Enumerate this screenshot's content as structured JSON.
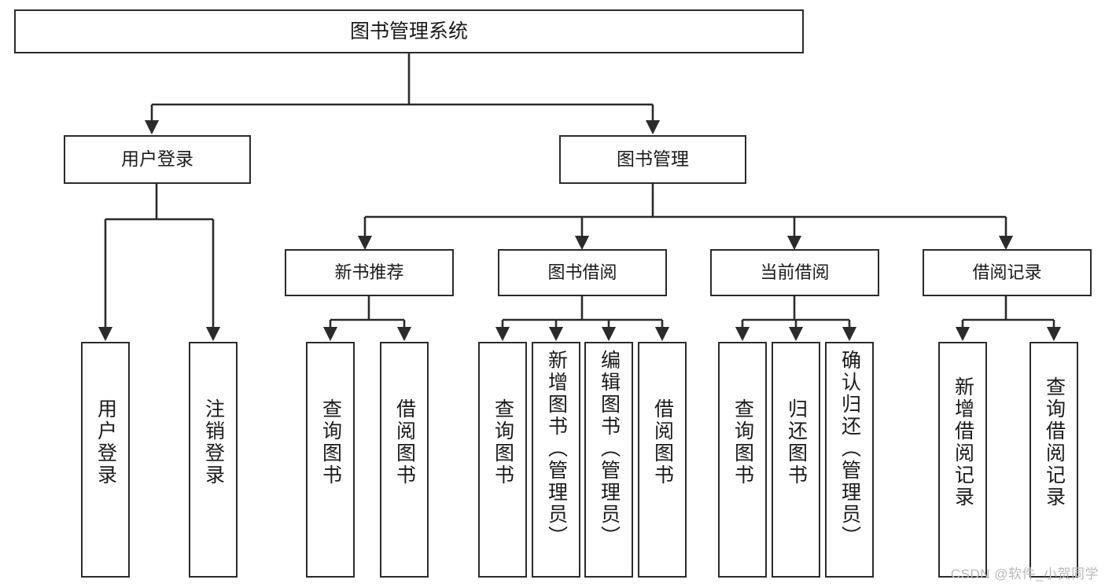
{
  "diagram": {
    "type": "tree",
    "title": "图书管理系统",
    "root": {
      "id": "root",
      "label": "图书管理系统"
    },
    "level2": [
      {
        "id": "user-login",
        "label": "用户登录"
      },
      {
        "id": "book-manage",
        "label": "图书管理"
      }
    ],
    "level3": [
      {
        "id": "new-book-rec",
        "label": "新书推荐",
        "parent": "book-manage"
      },
      {
        "id": "book-borrow",
        "label": "图书借阅",
        "parent": "book-manage"
      },
      {
        "id": "current-borrow",
        "label": "当前借阅",
        "parent": "book-manage"
      },
      {
        "id": "borrow-record",
        "label": "借阅记录",
        "parent": "book-manage"
      }
    ],
    "leaves": [
      {
        "id": "leaf-user-login",
        "label": "用户登录",
        "parent": "user-login"
      },
      {
        "id": "leaf-user-logout",
        "label": "注销登录",
        "parent": "user-login"
      },
      {
        "id": "leaf-query-book-1",
        "label": "查询图书",
        "parent": "new-book-rec"
      },
      {
        "id": "leaf-borrow-book-1",
        "label": "借阅图书",
        "parent": "new-book-rec"
      },
      {
        "id": "leaf-query-book-2",
        "label": "查询图书",
        "parent": "book-borrow"
      },
      {
        "id": "leaf-add-book",
        "label": "新增图书（管理员）",
        "parent": "book-borrow"
      },
      {
        "id": "leaf-edit-book",
        "label": "编辑图书（管理员）",
        "parent": "book-borrow"
      },
      {
        "id": "leaf-borrow-book-2",
        "label": "借阅图书",
        "parent": "book-borrow"
      },
      {
        "id": "leaf-query-book-3",
        "label": "查询图书",
        "parent": "current-borrow"
      },
      {
        "id": "leaf-return-book",
        "label": "归还图书",
        "parent": "current-borrow"
      },
      {
        "id": "leaf-confirm-return",
        "label": "确认归还（管理员）",
        "parent": "current-borrow"
      },
      {
        "id": "leaf-add-record",
        "label": "新增借阅记录",
        "parent": "borrow-record"
      },
      {
        "id": "leaf-query-record",
        "label": "查询借阅记录",
        "parent": "borrow-record"
      }
    ]
  },
  "watermark": {
    "text": "CSDN @软件_小贺同学"
  },
  "colors": {
    "stroke": "#2b2b2b",
    "background": "#ffffff",
    "text": "#1a1a1a",
    "watermark": "#b9b9b9"
  }
}
